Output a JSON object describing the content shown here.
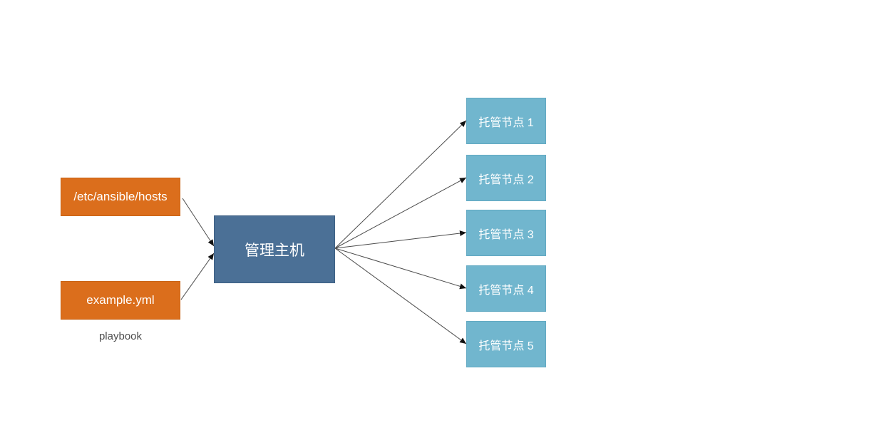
{
  "diagram": {
    "hosts_file": {
      "label": "/etc/ansible/hosts"
    },
    "playbook_file": {
      "label": "example.yml"
    },
    "playbook_caption": "playbook",
    "control_node": {
      "label": "管理主机"
    },
    "managed_nodes": [
      {
        "label": "托管节点 1"
      },
      {
        "label": "托管节点 2"
      },
      {
        "label": "托管节点 3"
      },
      {
        "label": "托管节点 4"
      },
      {
        "label": "托管节点 5"
      }
    ],
    "colors": {
      "file_box": "#DB6E1C",
      "file_box_border": "#C96315",
      "control_box": "#4B7096",
      "control_box_border": "#3D5F83",
      "node_box": "#71B6CE",
      "node_box_border": "#62A9C2",
      "arrow": "#4a4a4a",
      "caption_text": "#4d4d4d",
      "box_text": "#ffffff"
    }
  }
}
